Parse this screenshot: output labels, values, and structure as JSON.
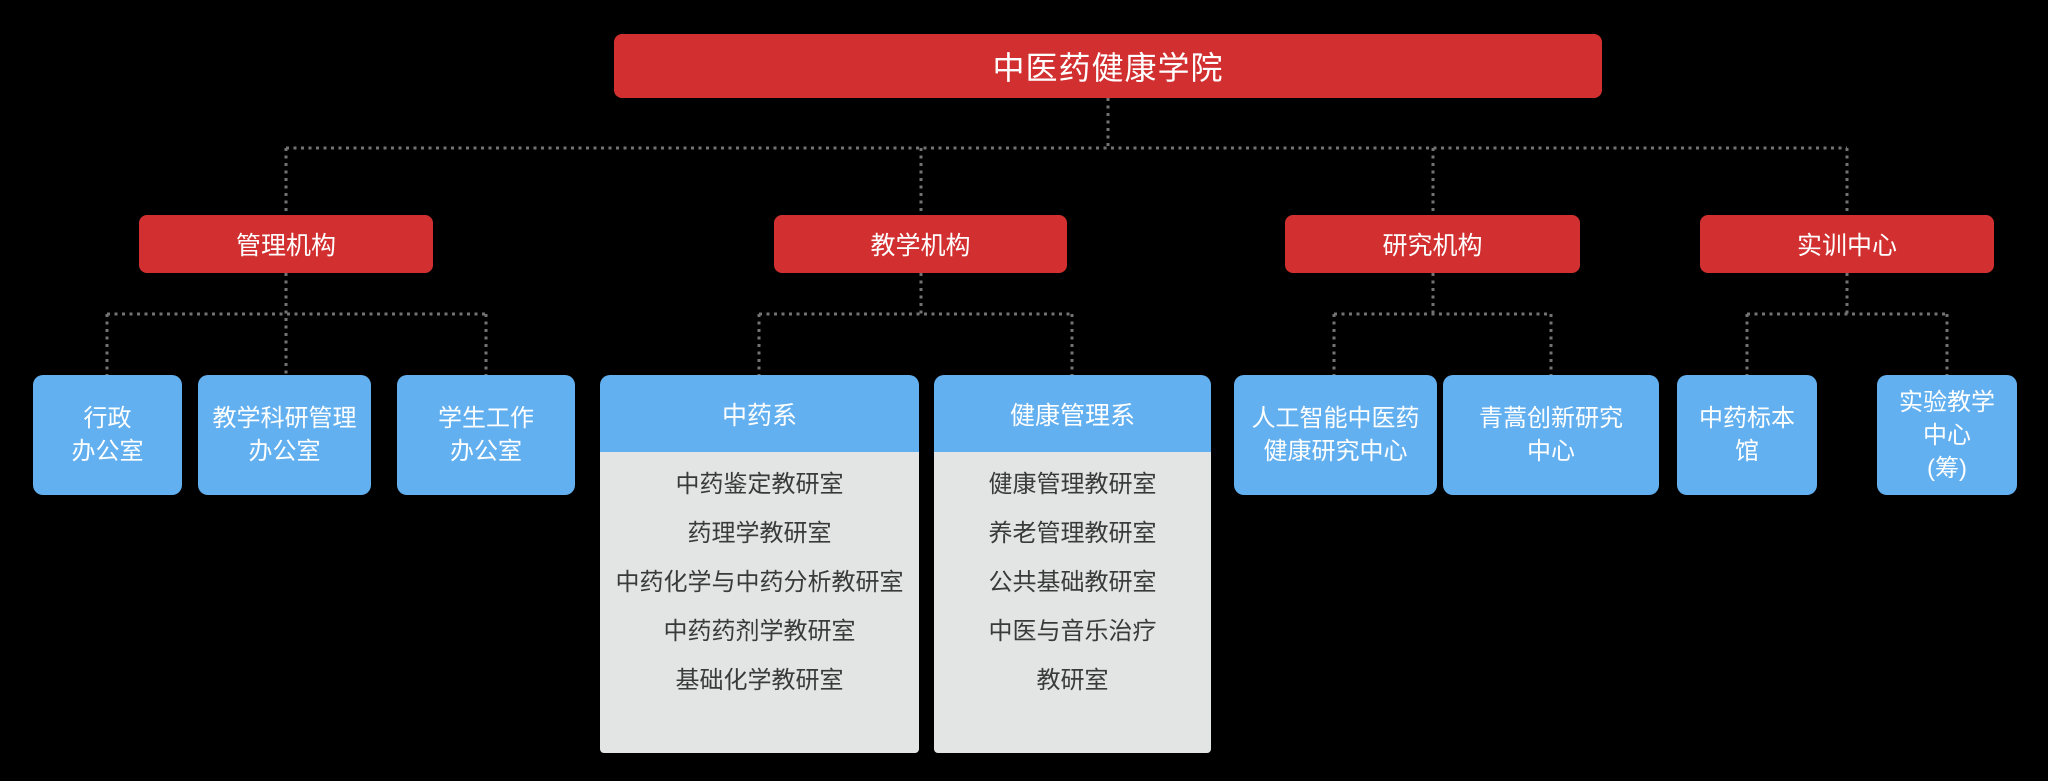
{
  "palette": {
    "background": "#000000",
    "red": "#D23030",
    "blue": "#63B0F0",
    "panel_gray": "#E3E5E4",
    "panel_text": "#3A3A3A",
    "connector": "#737373",
    "node_text": "#FFFFFF"
  },
  "root": {
    "label": "中医药健康学院"
  },
  "branches": [
    {
      "label": "管理机构",
      "children": [
        {
          "lines": [
            "行政",
            "办公室"
          ]
        },
        {
          "lines": [
            "教学科研管理",
            "办公室"
          ]
        },
        {
          "lines": [
            "学生工作",
            "办公室"
          ]
        }
      ]
    },
    {
      "label": "教学机构",
      "children": [
        {
          "lines": [
            "中药系"
          ],
          "rows": [
            "中药鉴定教研室",
            "药理学教研室",
            "中药化学与中药分析教研室",
            "中药药剂学教研室",
            "基础化学教研室"
          ]
        },
        {
          "lines": [
            "健康管理系"
          ],
          "rows": [
            "健康管理教研室",
            "养老管理教研室",
            "公共基础教研室",
            "中医与音乐治疗",
            "教研室"
          ]
        }
      ]
    },
    {
      "label": "研究机构",
      "children": [
        {
          "lines": [
            "人工智能中医药",
            "健康研究中心"
          ]
        },
        {
          "lines": [
            "青蒿创新研究",
            "中心"
          ]
        }
      ]
    },
    {
      "label": "实训中心",
      "children": [
        {
          "lines": [
            "中药标本",
            "馆"
          ]
        },
        {
          "lines": [
            "实验教学",
            "中心",
            "(筹)"
          ]
        }
      ]
    }
  ]
}
